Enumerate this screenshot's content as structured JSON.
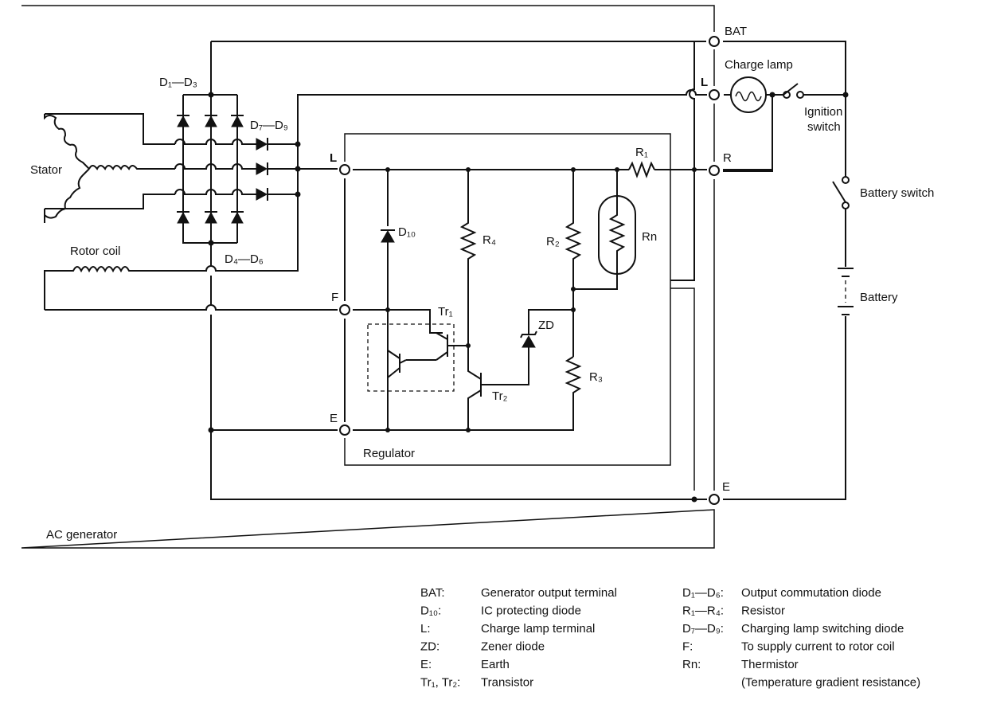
{
  "labels": {
    "bat": "BAT",
    "charge_lamp": "Charge lamp",
    "l_right": "L",
    "ignition_switch_1": "Ignition",
    "ignition_switch_2": "switch",
    "r_right": "R",
    "battery_switch": "Battery switch",
    "battery": "Battery",
    "e_right": "E",
    "ac_generator": "AC generator",
    "stator": "Stator",
    "rotor_coil": "Rotor coil",
    "d1_d3": "D₁—D₃",
    "d7_d9": "D₇—D₉",
    "d4_d6": "D₄—D₆",
    "l_reg": "L",
    "f_reg": "F",
    "e_reg": "E",
    "regulator": "Regulator",
    "r1": "R₁",
    "r2": "R₂",
    "r3": "R₃",
    "r4": "R₄",
    "rn": "Rn",
    "d10": "D₁₀",
    "tr1": "Tr₁",
    "tr2": "Tr₂",
    "zd": "ZD"
  },
  "legend": {
    "left": [
      {
        "key": "BAT:",
        "desc": "Generator output terminal"
      },
      {
        "key": "D₁₀:",
        "desc": "IC protecting diode"
      },
      {
        "key": "L:",
        "desc": "Charge lamp terminal"
      },
      {
        "key": "ZD:",
        "desc": "Zener diode"
      },
      {
        "key": "E:",
        "desc": "Earth"
      },
      {
        "key": "Tr₁, Tr₂:",
        "desc": "Transistor"
      }
    ],
    "right": [
      {
        "key": "D₁—D₆:",
        "desc": "Output commutation diode"
      },
      {
        "key": "R₁—R₄:",
        "desc": "Resistor"
      },
      {
        "key": "D₇—D₉:",
        "desc": "Charging lamp switching diode"
      },
      {
        "key": "F:",
        "desc": "To supply current to rotor coil"
      },
      {
        "key": "Rn:",
        "desc": "Thermistor"
      },
      {
        "key": "",
        "desc": "(Temperature gradient resistance)"
      }
    ]
  }
}
